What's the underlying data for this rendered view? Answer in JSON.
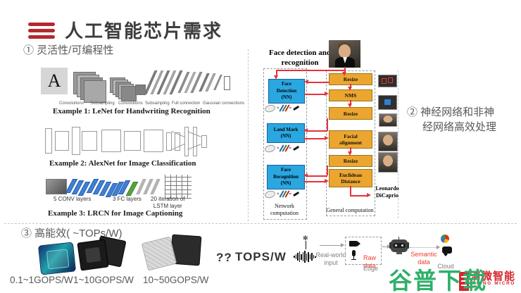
{
  "header": {
    "title": "人工智能芯片需求"
  },
  "sections": {
    "s1": "① 灵活性/可编程性",
    "s2a": "② 神经网络和非神",
    "s2b": "经网络高效处理",
    "s3": "③ 高能效( ~TOPs/W)"
  },
  "examples": {
    "e1_input": "A",
    "e1_labels": [
      "Convolutions",
      "Subsampling",
      "Convolutions",
      "Subsampling",
      "Full connection",
      "Gaussian connections"
    ],
    "e1_caption": "Example 1:  LeNet for Handwriting Recognition",
    "e2_caption": "Example 2:  AlexNet for Image Classification",
    "e3_conv": "5 CONV layers",
    "e3_fc": "3 FC layers",
    "e3_lstm": "20 iteration of\nLSTM layer",
    "e3_caption": "Example 3:  LRCN for Image Captioning"
  },
  "pipeline": {
    "title": "Face detection and\nrecognition",
    "nn1": "Face\nDetection\n(NN)",
    "nn2": "Land Mark\n(NN)",
    "nn3": "Face\nRecognition\n(NN)",
    "g1": "Resize",
    "g2": "NMS",
    "g3": "Resize",
    "g4": "Facial\nalignment",
    "g5": "Resize",
    "g6": "Euclidean\nDistance",
    "network_label": "Network\ncomputation",
    "general_label": "General computation",
    "result": "Leonardo\nDiCaprio"
  },
  "efficiency": {
    "chip1": "0.1~1GOPS/W",
    "chip2": "1~10GOPS/W",
    "chip3": "10~50GOPS/W",
    "question": "??",
    "unit": "TOPS/W"
  },
  "flow": {
    "real_world": "Real-world\ninput",
    "raw": "Raw data",
    "edge": "Edge",
    "semantic": "Semantic\ndata",
    "cloud": "Cloud"
  },
  "branding": {
    "watermark": "谷普下载",
    "company": "清微智能",
    "company_en": "TSING MICRO"
  },
  "colors": {
    "accent_red": "#b5282e",
    "nn_box_blue": "#2aa7e0",
    "general_box_yellow": "#eca62f",
    "arrow_red": "#e8313b",
    "watermark_green": "#2fb06b",
    "logo_red": "#d5262b"
  }
}
